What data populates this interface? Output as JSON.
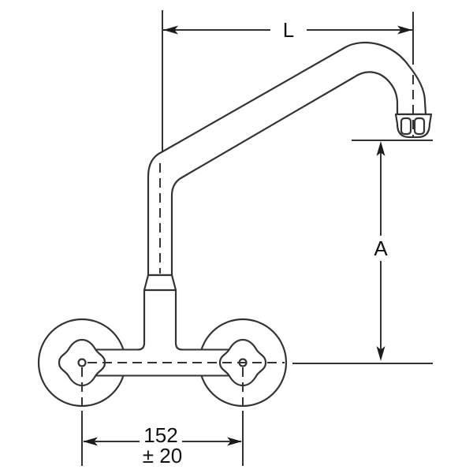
{
  "diagram": {
    "dimensions": {
      "spout_length_label": "L",
      "outlet_height_label": "A",
      "mounting_distance_value": "152",
      "mounting_distance_tolerance": "± 20"
    },
    "colors": {
      "line": "#333333",
      "text": "#111111",
      "background": "#ffffff"
    }
  }
}
